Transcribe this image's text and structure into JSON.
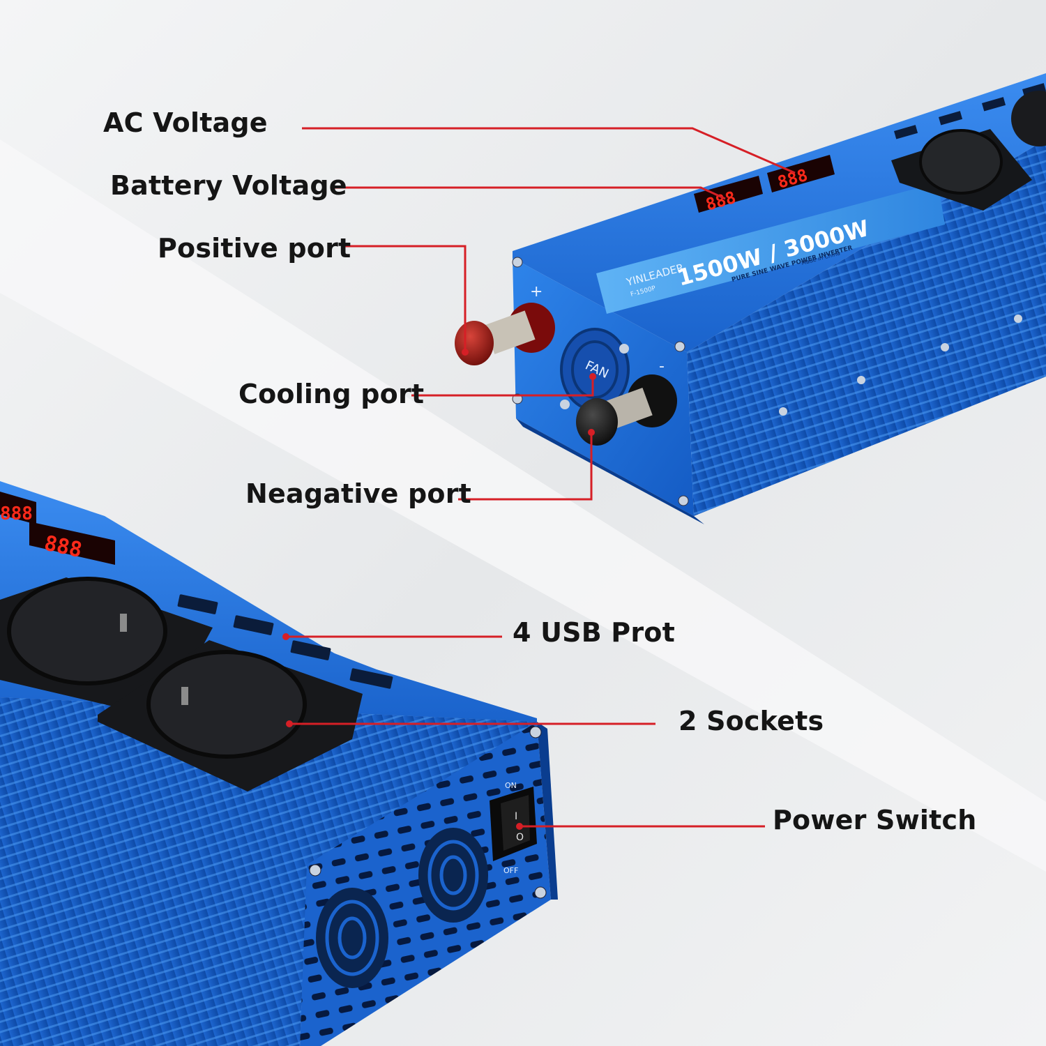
{
  "callouts": {
    "ac_voltage": "AC Voltage",
    "battery_voltage": "Battery Voltage",
    "positive_port": "Positive port",
    "cooling_port": "Cooling port",
    "negative_port": "Neagative port",
    "usb_ports": "4 USB Prot",
    "sockets": "2 Sockets",
    "power_switch": "Power Switch"
  },
  "product": {
    "brand": "YINLEADER",
    "model": "F-1500P",
    "power_rating": "1500W / 3000W",
    "subtitle": "PURE SINE WAVE POWER INVERTER",
    "origin": "Made in China",
    "display_digits": "888",
    "fan_label": "FAN",
    "positive_symbol": "+",
    "negative_symbol": "-",
    "switch_on": "ON",
    "switch_off": "OFF",
    "switch_i": "I",
    "switch_o": "O"
  },
  "colors": {
    "housing_blue": "#1f6fd6",
    "housing_dark": "#0f4aa8",
    "leader_line": "#d61f26",
    "label_text": "#151515",
    "background": "#eceef0",
    "display_red": "#ff2a1a"
  }
}
